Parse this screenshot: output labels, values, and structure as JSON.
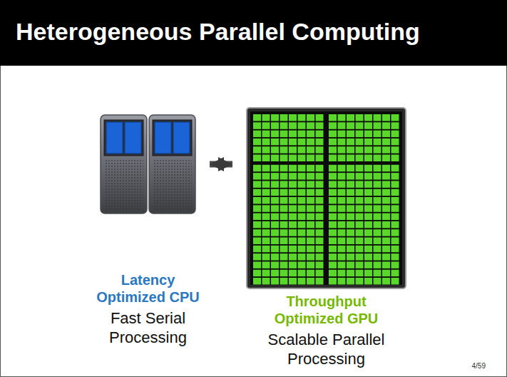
{
  "diagram": {
    "title": "Heterogeneous Parallel Computing",
    "nodes": [
      {
        "text": [
          "Latency Optimized CPU",
          "Fast Serial Processing"
        ]
      },
      {
        "text": [
          "Throughput Optimized GPU",
          "Scalable Parallel Processing"
        ]
      }
    ],
    "edges": [
      {
        "from": 0,
        "to": 1,
        "arrow": "both"
      }
    ],
    "labels": [
      "4/59"
    ]
  }
}
